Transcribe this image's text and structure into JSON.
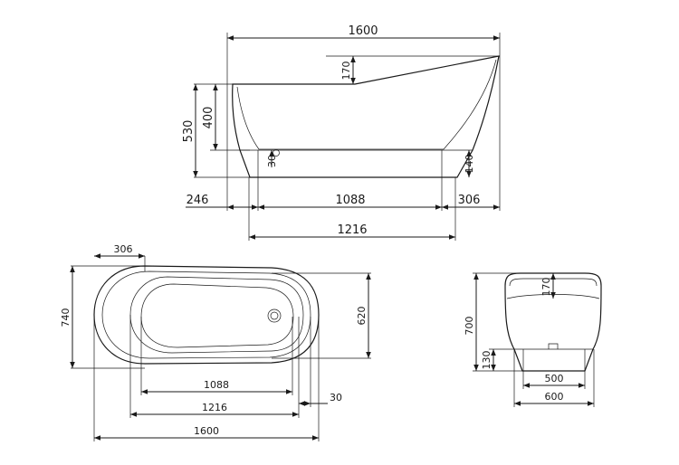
{
  "side_view": {
    "overall_length": "1600",
    "rim_rise": "170",
    "total_height": "530",
    "tub_depth": "400",
    "floor_thickness": "30",
    "base_height": "140",
    "left_offset": "246",
    "inner_floor_length": "1088",
    "right_offset": "306",
    "base_length": "1216"
  },
  "plan_view": {
    "offset_top": "306",
    "overall_width": "740",
    "inner_width": "620",
    "inner_floor_length": "1088",
    "base_length": "1216",
    "rim_offset": "30",
    "overall_length": "1600"
  },
  "end_view": {
    "rim_rise": "170",
    "total_height": "700",
    "base_height": "130",
    "inner_floor_width": "500",
    "overall_width": "600"
  }
}
